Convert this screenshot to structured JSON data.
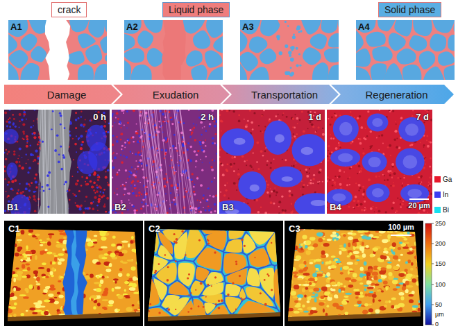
{
  "diagram": {
    "nodes": [
      {
        "text": [
          "crack"
        ]
      },
      {
        "text": [
          "Liquid phase"
        ]
      },
      {
        "text": [
          "Solid phase"
        ]
      },
      {
        "text": [
          "A1"
        ]
      },
      {
        "text": [
          "A2"
        ]
      },
      {
        "text": [
          "A3"
        ]
      },
      {
        "text": [
          "A4"
        ]
      },
      {
        "text": [
          "Damage"
        ]
      },
      {
        "text": [
          "Exudation"
        ]
      },
      {
        "text": [
          "Transportation"
        ]
      },
      {
        "text": [
          "Regeneration"
        ]
      },
      {
        "text": [
          "B1",
          "0 h"
        ]
      },
      {
        "text": [
          "B2",
          "2 h"
        ]
      },
      {
        "text": [
          "B3",
          "1 d"
        ]
      },
      {
        "text": [
          "B4",
          "7 d"
        ]
      },
      {
        "text": [
          "C1"
        ]
      },
      {
        "text": [
          "C2"
        ]
      },
      {
        "text": [
          "C3"
        ]
      }
    ],
    "labels": [
      "20 µm",
      "100 µm",
      "250",
      "200",
      "150",
      "100",
      "50",
      "µm",
      "0"
    ],
    "legend": [
      {
        "text": "Ga",
        "color": "#e8192c"
      },
      {
        "text": "In",
        "color": "#3c3cf0"
      },
      {
        "text": "Bi",
        "color": "#18e0f0"
      }
    ]
  }
}
